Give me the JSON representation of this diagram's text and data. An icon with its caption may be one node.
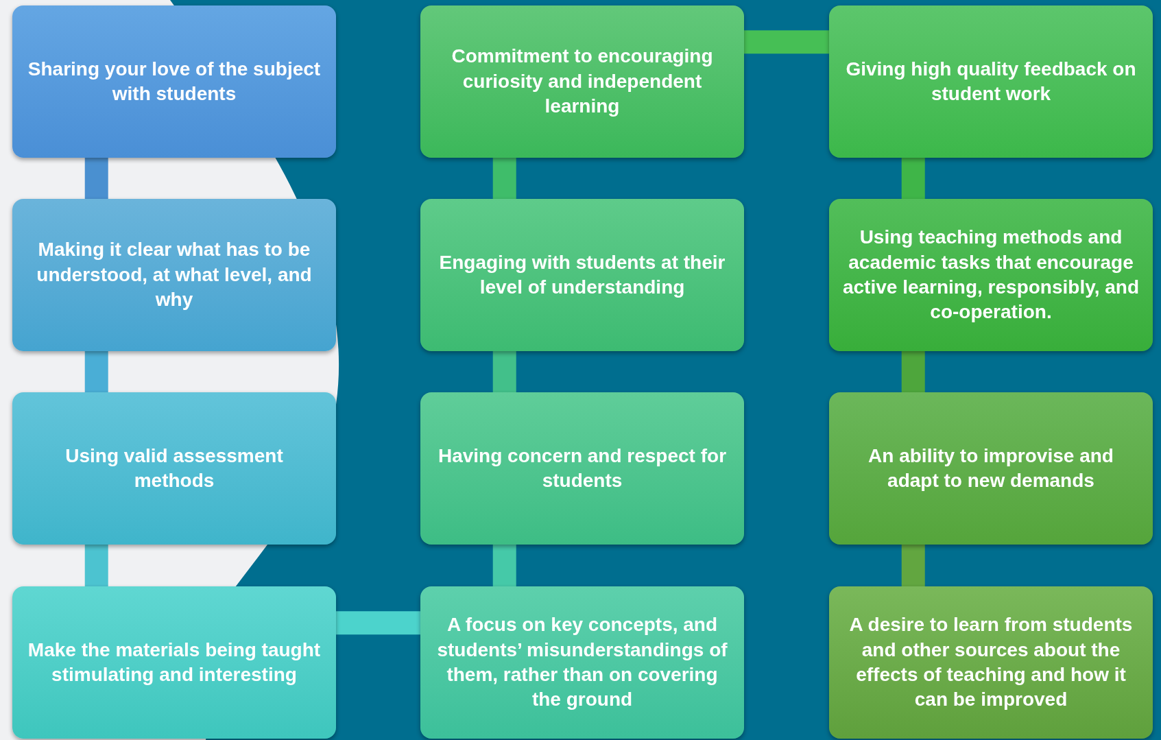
{
  "diagram": {
    "nodes": [
      {
        "text": [
          "Sharing your love of the subject with students"
        ]
      },
      {
        "text": [
          "Commitment to encouraging curiosity and independent learning"
        ]
      },
      {
        "text": [
          "Giving high quality feedback on student work"
        ]
      },
      {
        "text": [
          "Making it clear what has to be understood, at what level, and why"
        ]
      },
      {
        "text": [
          "Engaging with students at their level of understanding"
        ]
      },
      {
        "text": [
          "Using teaching methods and academic tasks that encourage active learning, responsibly, and co-operation."
        ]
      },
      {
        "text": [
          "Using valid assessment methods"
        ]
      },
      {
        "text": [
          "Having concern and respect for students"
        ]
      },
      {
        "text": [
          "An ability to improvise and adapt to new demands"
        ]
      },
      {
        "text": [
          "Make the materials being taught stimulating and interesting"
        ]
      },
      {
        "text": [
          "A focus on key concepts, and students’ misunderstandings of them, rather than on covering the ground"
        ]
      },
      {
        "text": [
          "A desire to learn from students and other sources about the effects of teaching and how it can be improved"
        ]
      }
    ],
    "edges": [
      {
        "from": 0,
        "to": 3,
        "arrow": "none",
        "color": "#4a90d0"
      },
      {
        "from": 3,
        "to": 6,
        "arrow": "none",
        "color": "#4aaed6"
      },
      {
        "from": 6,
        "to": 9,
        "arrow": "none",
        "color": "#4cc3d0"
      },
      {
        "from": 9,
        "to": 10,
        "arrow": "none",
        "color": "#4cd3cc"
      },
      {
        "from": 10,
        "to": 7,
        "arrow": "none",
        "color": "#45c9a8"
      },
      {
        "from": 7,
        "to": 4,
        "arrow": "none",
        "color": "#42c08a"
      },
      {
        "from": 4,
        "to": 1,
        "arrow": "none",
        "color": "#3fbd6a"
      },
      {
        "from": 1,
        "to": 2,
        "arrow": "none",
        "color": "#46bf55"
      },
      {
        "from": 2,
        "to": 5,
        "arrow": "none",
        "color": "#3fb548"
      },
      {
        "from": 5,
        "to": 8,
        "arrow": "none",
        "color": "#4ea63c"
      },
      {
        "from": 8,
        "to": 11,
        "arrow": "none",
        "color": "#62a640"
      }
    ]
  }
}
